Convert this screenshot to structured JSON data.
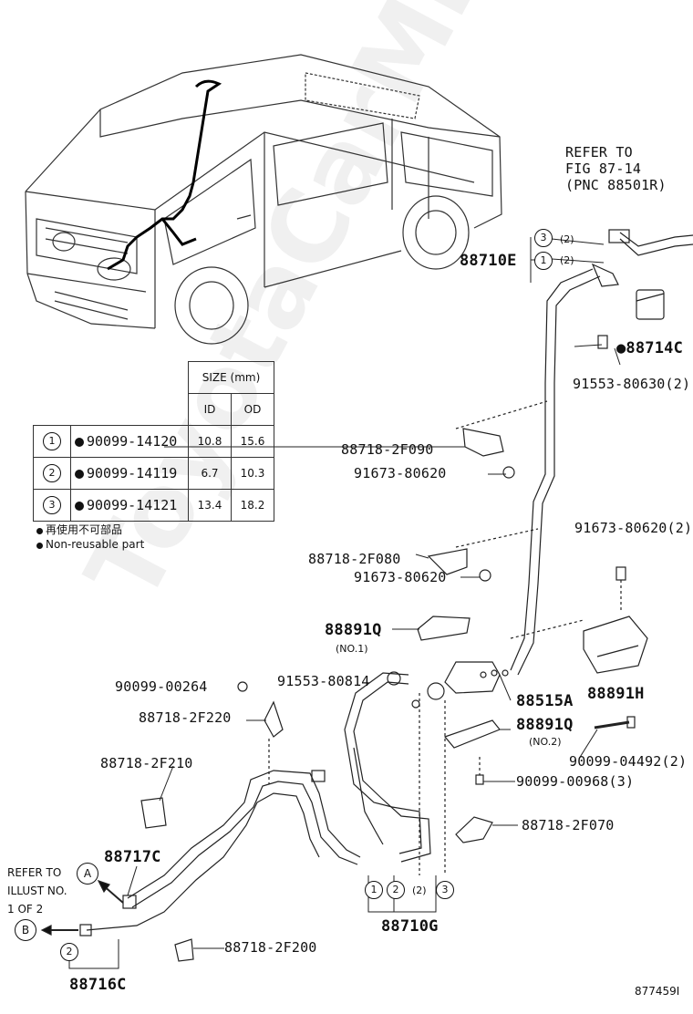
{
  "labels": {
    "refer_fig": "REFER TO",
    "refer_fig_line2": "FIG 87-14",
    "refer_fig_line3": "(PNC 88501R)",
    "p88710E": "88710E",
    "p88714C": "●88714C",
    "p91553_80630": "91553-80630(2)",
    "p88718_2F090": "88718-2F090",
    "p91673_80620_a": "91673-80620",
    "p91673_80620_2": "91673-80620(2)",
    "p88718_2F080": "88718-2F080",
    "p91673_80620_b": "91673-80620",
    "p88891Q_1": "88891Q",
    "no1": "(NO.1)",
    "p88515A": "88515A",
    "p88891H": "88891H",
    "p88891Q_2": "88891Q",
    "no2": "(NO.2)",
    "p90099_00264": "90099-00264",
    "p91553_80814": "91553-80814",
    "p88718_2F220": "88718-2F220",
    "p90099_04492": "90099-04492(2)",
    "p88718_2F210": "88718-2F210",
    "p90099_00968": "90099-00968(3)",
    "p88718_2F070": "88718-2F070",
    "p88717C": "88717C",
    "p88710G": "88710G",
    "p88718_2F200": "88718-2F200",
    "p88716C": "88716C",
    "refer_illust_1": "REFER TO",
    "refer_illust_2": "ILLUST NO.",
    "refer_illust_3": "1 OF 2",
    "diagram_id": "877459I"
  },
  "circle_marks": {
    "three": "3",
    "one": "1",
    "two": "2",
    "two_paren": "(2)",
    "A": "A",
    "B": "B"
  },
  "size_table": {
    "header": "SIZE (mm)",
    "col_id": "ID",
    "col_od": "OD",
    "rows": [
      {
        "idx": "1",
        "part": "90099-14120",
        "id": "10.8",
        "od": "15.6"
      },
      {
        "idx": "2",
        "part": "90099-14119",
        "id": "6.7",
        "od": "10.3"
      },
      {
        "idx": "3",
        "part": "90099-14121",
        "id": "13.4",
        "od": "18.2"
      }
    ]
  },
  "notes": {
    "jp": "再使用不可部品",
    "en": "Non-reusable part"
  },
  "watermark": "ToyotaCarMine.ru"
}
